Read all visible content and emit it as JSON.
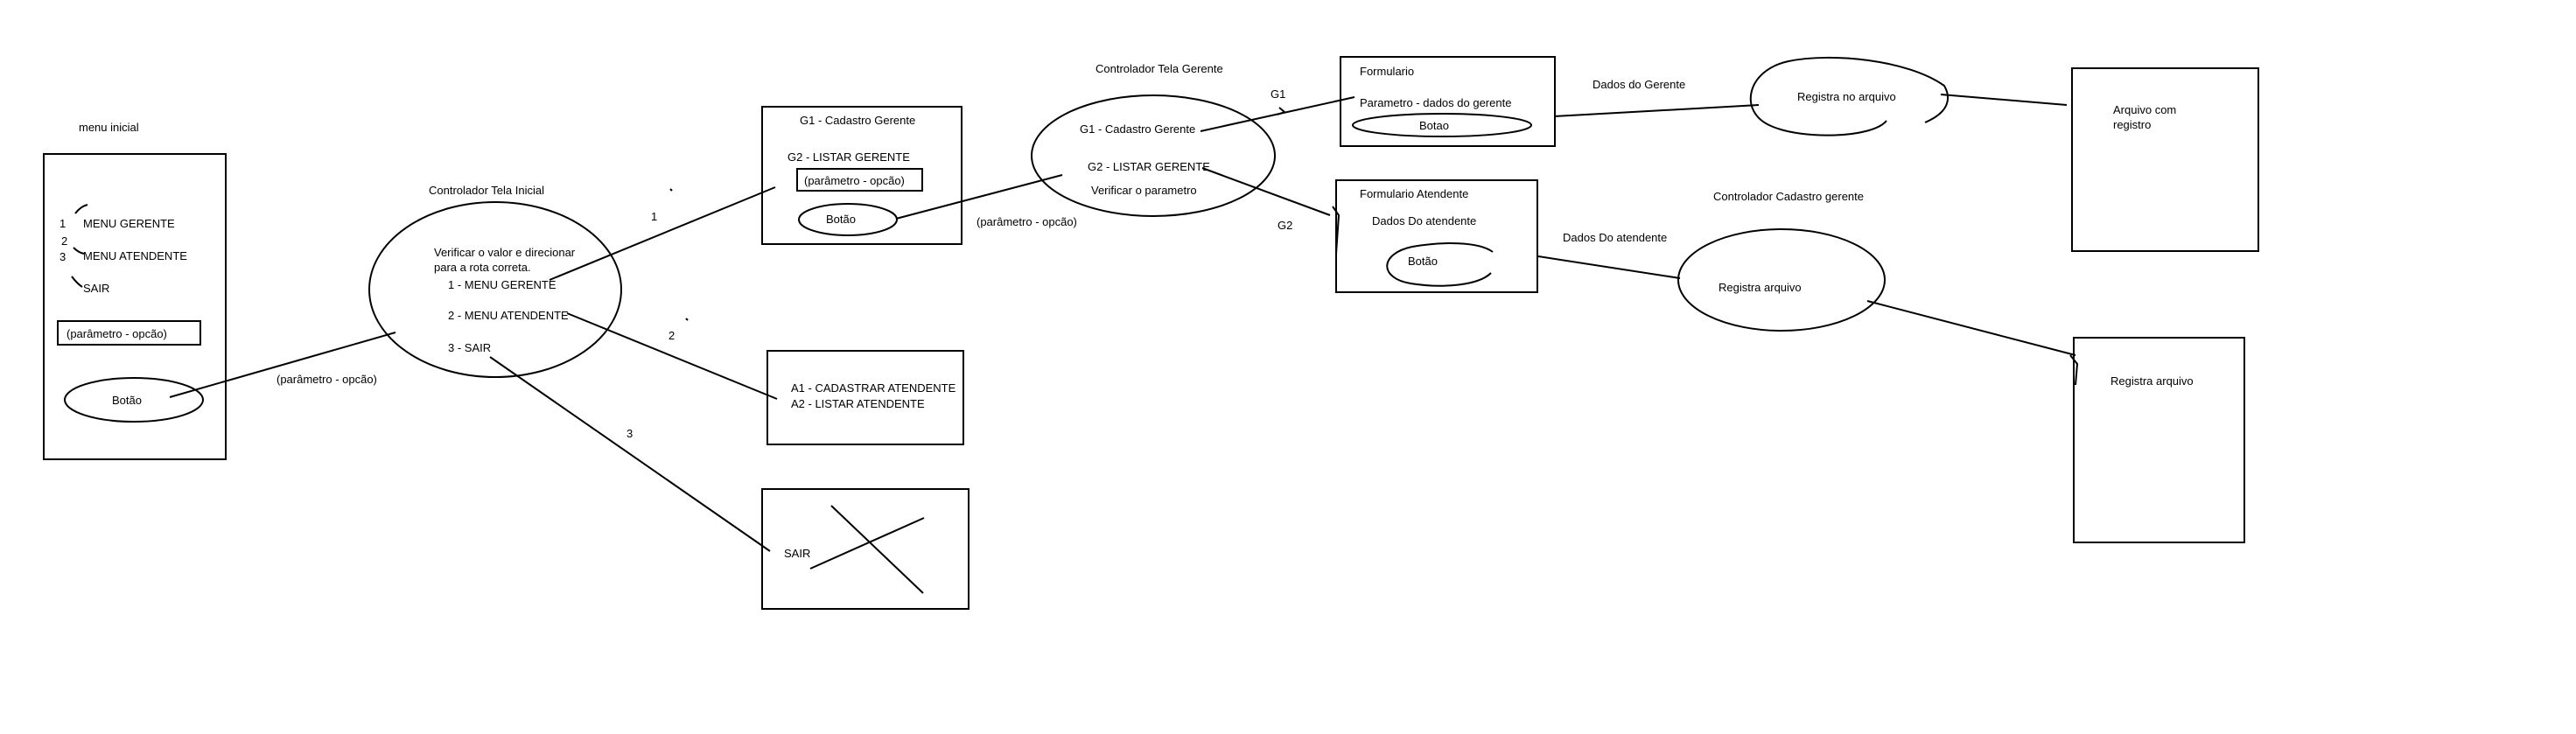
{
  "menu_inicial": {
    "title": "menu inicial",
    "num_1": "1",
    "num_2": "2",
    "num_3": "3",
    "item_gerente": "MENU GERENTE",
    "item_atendente": "MENU ATENDENTE",
    "item_sair": "SAIR",
    "param_box": "(parâmetro - opcão)",
    "button": "Botão"
  },
  "edge_param_1": "(parâmetro - opcão)",
  "controlador_inicial": {
    "title": "Controlador Tela Inicial",
    "desc_line1": "Verificar o valor e direcionar",
    "desc_line2": "para a rota correta.",
    "opt1": "1 - MENU GERENTE",
    "opt2": "2 - MENU ATENDENTE",
    "opt3": "3 - SAIR"
  },
  "edge_labels": {
    "e1": "1",
    "e2": "2",
    "e3": "3",
    "g1": "G1",
    "g2": "G2"
  },
  "gerente_menu": {
    "g1": "G1 - Cadastro Gerente",
    "g2": "G2 - LISTAR GERENTE",
    "param_box": "(parâmetro - opcão)",
    "button": "Botão"
  },
  "edge_param_2": "(parâmetro - opcão)",
  "atendente_menu": {
    "a1": "A1 - CADASTRAR ATENDENTE",
    "a2": "A2 - LISTAR ATENDENTE"
  },
  "sair_box": {
    "label": "SAIR"
  },
  "controlador_gerente": {
    "title": "Controlador Tela Gerente",
    "g1": "G1 - Cadastro Gerente",
    "g2": "G2 - LISTAR GERENTE",
    "verify": "Verificar o parametro"
  },
  "formulario": {
    "title": "Formulario",
    "param": "Parametro - dados do gerente",
    "button": "Botao"
  },
  "formulario_atendente": {
    "title": "Formulario Atendente",
    "subtitle": "Dados Do atendente",
    "button": "Botão"
  },
  "dados_gerente_label": "Dados do Gerente",
  "dados_atendente_label": "Dados Do atendente",
  "registra_arquivo_top": "Registra no arquivo",
  "controlador_cadastro": {
    "title": "Controlador Cadastro gerente",
    "ellipse": "Registra arquivo"
  },
  "arquivo_box": {
    "line1": "Arquivo com",
    "line2": "registro"
  },
  "registra_box": {
    "label": "Registra arquivo"
  },
  "colors": {
    "stroke": "#000000",
    "background": "#ffffff"
  }
}
